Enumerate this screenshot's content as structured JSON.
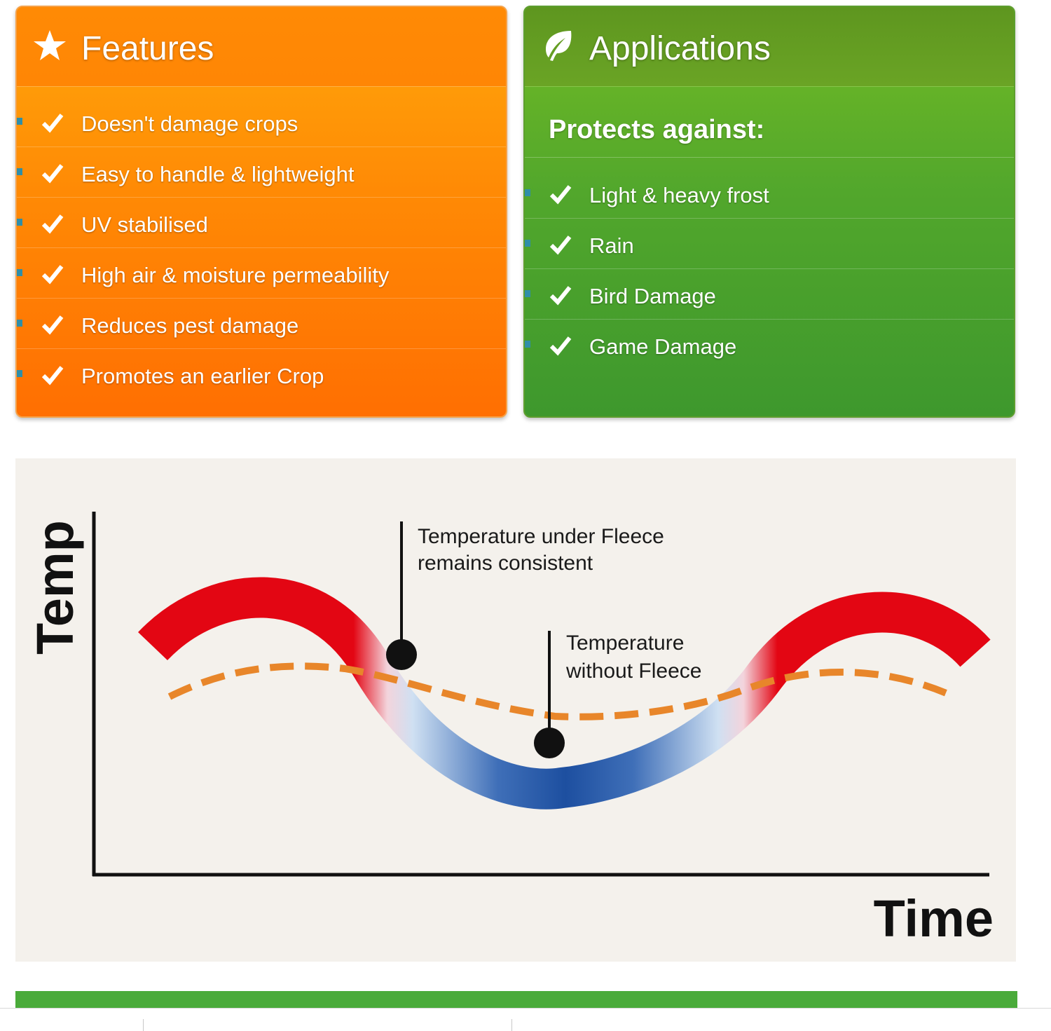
{
  "features": {
    "title": "Features",
    "icon": "star-icon",
    "items": [
      "Doesn't damage crops",
      "Easy to handle & lightweight",
      "UV stabilised",
      "High air & moisture permeability",
      "Reduces pest damage",
      "Promotes an earlier Crop"
    ]
  },
  "applications": {
    "title": "Applications",
    "icon": "leaf-icon",
    "subheading": "Protects against:",
    "items": [
      "Light & heavy frost",
      "Rain",
      "Bird Damage",
      "Game Damage"
    ]
  },
  "diagram": {
    "y_label": "Temp",
    "x_label": "Time",
    "callout_fleece_line1": "Temperature under Fleece",
    "callout_fleece_line2": "remains consistent",
    "callout_nofleece_line1": "Temperature",
    "callout_nofleece_line2": "without Fleece"
  },
  "colors": {
    "features_orange": "#ff8a05",
    "applications_green": "#52a72c",
    "warm_red": "#e30613",
    "cold_blue": "#1d4fa0",
    "fleece_dash": "#e8862a",
    "footer_bar": "#4aab3a"
  }
}
